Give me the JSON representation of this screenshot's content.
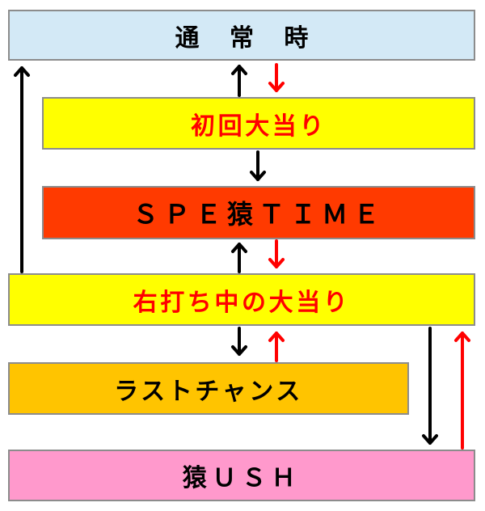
{
  "diagram": {
    "nodes": {
      "normal": "通 常 時",
      "first_hit": "初回大当り",
      "spe_time": "ＳＰＥ猿ＴＩＭＥ",
      "right_hit": "右打ち中の大当り",
      "last_chance": "ラストチャンス",
      "rush": "猿ＵＳＨ"
    },
    "edges": [
      {
        "from": "first_hit",
        "to": "normal",
        "color": "#000000"
      },
      {
        "from": "normal",
        "to": "first_hit",
        "color": "#ff0000"
      },
      {
        "from": "first_hit",
        "to": "spe_time",
        "color": "#000000"
      },
      {
        "from": "right_hit",
        "to": "spe_time",
        "color": "#000000"
      },
      {
        "from": "spe_time",
        "to": "right_hit",
        "color": "#ff0000"
      },
      {
        "from": "right_hit",
        "to": "normal",
        "color": "#000000"
      },
      {
        "from": "right_hit",
        "to": "last_chance",
        "color": "#000000"
      },
      {
        "from": "last_chance",
        "to": "right_hit",
        "color": "#ff0000"
      },
      {
        "from": "right_hit",
        "to": "rush",
        "color": "#000000"
      },
      {
        "from": "rush",
        "to": "right_hit",
        "color": "#ff0000"
      }
    ]
  }
}
